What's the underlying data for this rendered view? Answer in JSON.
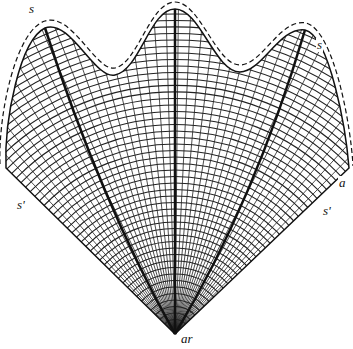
{
  "diagram": {
    "labels": [
      "s",
      "s",
      "s'",
      "a",
      "s'",
      "ar"
    ]
  }
}
